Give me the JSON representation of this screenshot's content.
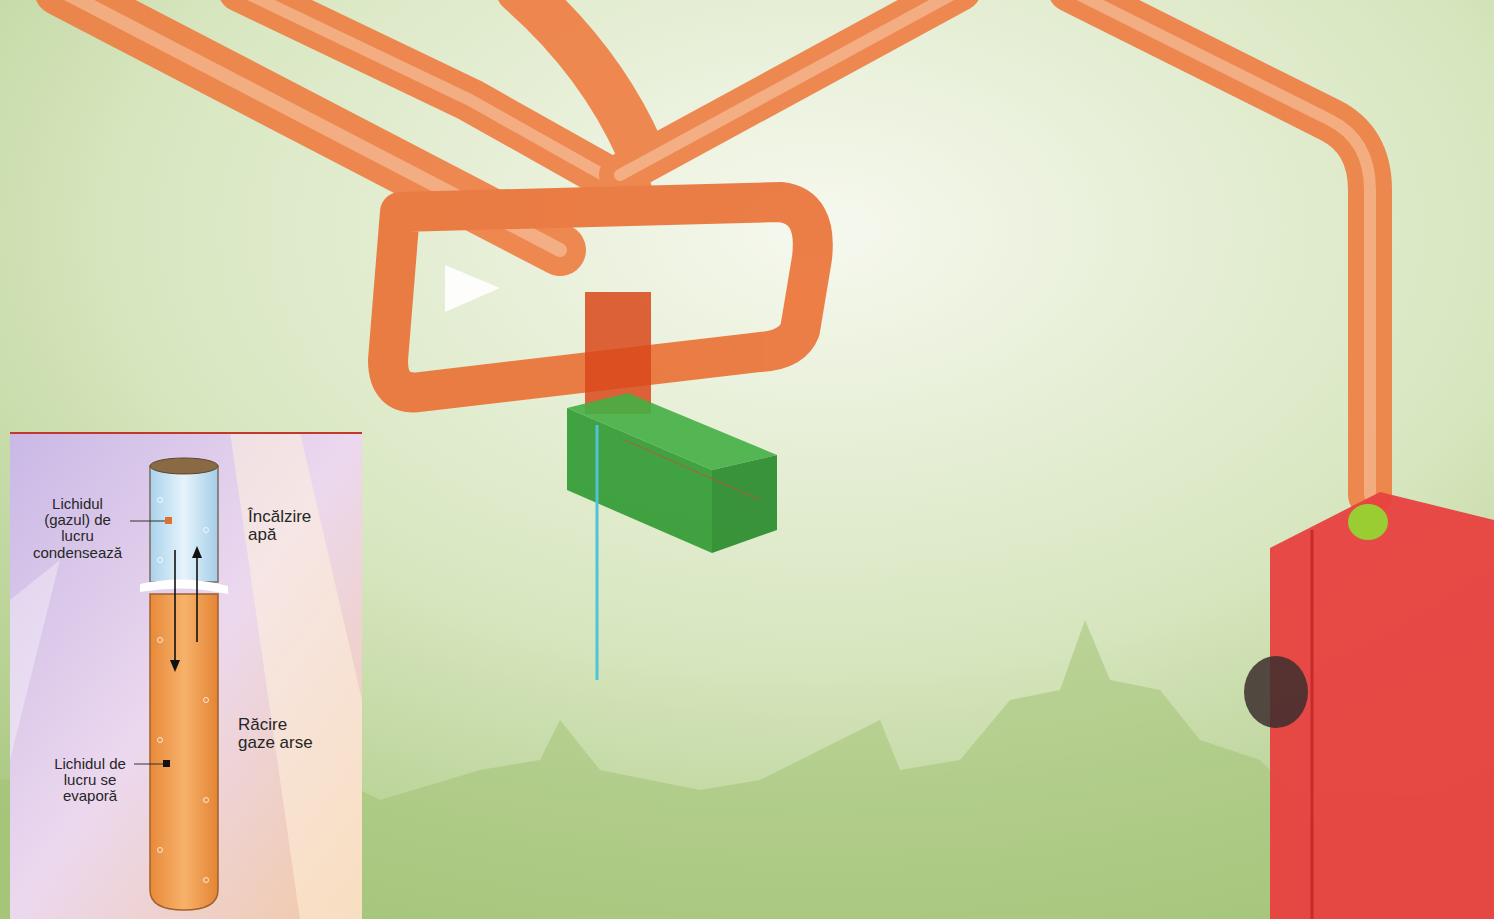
{
  "diagram": {
    "labels": [
      "Lichidul (gazul) de lucru condensează",
      "Încălzire apă",
      "Răcire gaze arse",
      "Lichidul de lucru se evaporă"
    ]
  }
}
